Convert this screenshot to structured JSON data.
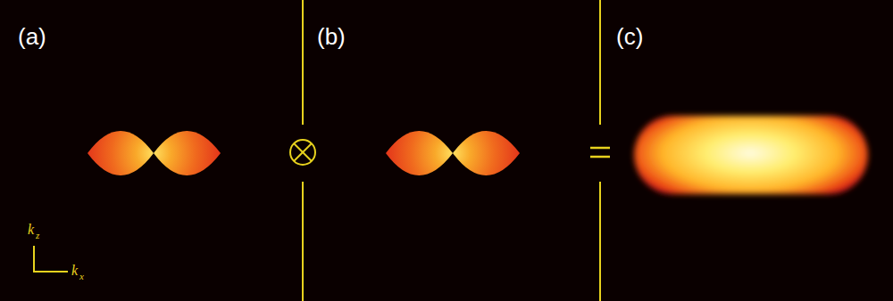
{
  "diagram": {
    "labels": [
      "(a)",
      "(b)",
      "(c)",
      "k",
      "z",
      "k",
      "x"
    ]
  }
}
